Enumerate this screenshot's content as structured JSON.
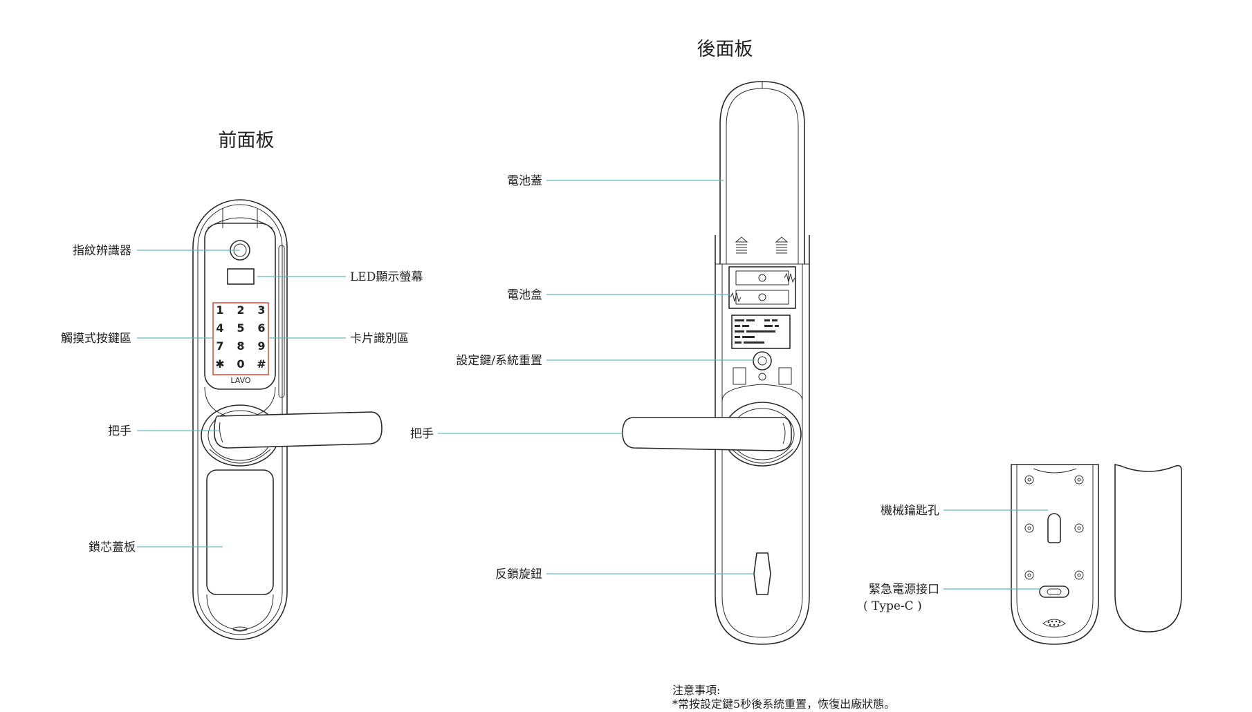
{
  "titles": {
    "front": "前面板",
    "back": "後面板"
  },
  "front_labels": {
    "fingerprint": "指紋辨識器",
    "led_screen": "LED顯示螢幕",
    "touch_keypad": "觸摸式按鍵區",
    "card_reader": "卡片識別區",
    "handle": "把手",
    "cylinder_cover": "鎖芯蓋板"
  },
  "back_labels": {
    "battery_cover": "電池蓋",
    "battery_box": "電池盒",
    "setting_key": "設定鍵/系統重置",
    "handle": "把手",
    "thumb_turn": "反鎖旋鈕"
  },
  "detail_labels": {
    "key_hole": "機械鑰匙孔",
    "emergency_power": "緊急電源接口",
    "emergency_power_sub": "( Type-C )"
  },
  "keypad": {
    "keys": [
      "1",
      "2",
      "3",
      "4",
      "5",
      "6",
      "7",
      "8",
      "9",
      "✱",
      "0",
      "#"
    ],
    "brand": "LAVO"
  },
  "notes": {
    "heading": "注意事項:",
    "line1": "*常按設定鍵5秒後系統重置，恢復出廠狀態。"
  },
  "colors": {
    "leader": "#5fb6bd",
    "keypad_outline": "#e0503c",
    "outline": "#2a2a2a"
  }
}
